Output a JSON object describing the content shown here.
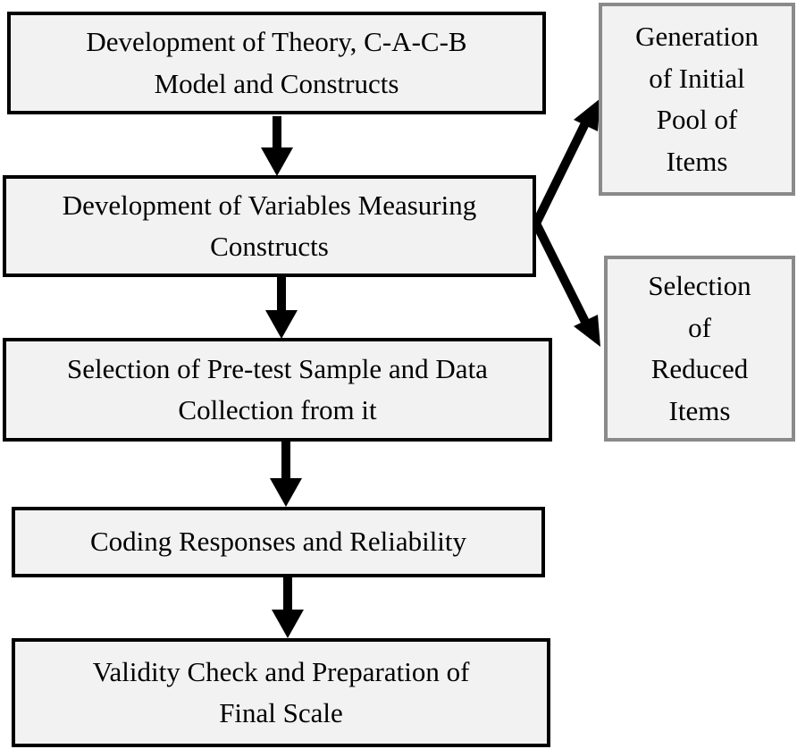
{
  "steps": [
    {
      "id": "theory",
      "lines": [
        "Development of Theory, C-A-C-B",
        "Model and Constructs"
      ]
    },
    {
      "id": "variables",
      "lines": [
        "Development of Variables Measuring",
        "Constructs"
      ]
    },
    {
      "id": "pretest",
      "lines": [
        "Selection of Pre-test Sample and Data",
        "Collection from it"
      ]
    },
    {
      "id": "coding",
      "lines": [
        "Coding Responses and Reliability"
      ]
    },
    {
      "id": "validity",
      "lines": [
        "Validity Check and Preparation of",
        "Final Scale"
      ]
    }
  ],
  "side_steps": [
    {
      "id": "generation",
      "lines": [
        "Generation",
        "of Initial",
        "Pool of",
        "Items"
      ]
    },
    {
      "id": "selection",
      "lines": [
        "Selection",
        "of",
        "Reduced",
        "Items"
      ]
    }
  ]
}
